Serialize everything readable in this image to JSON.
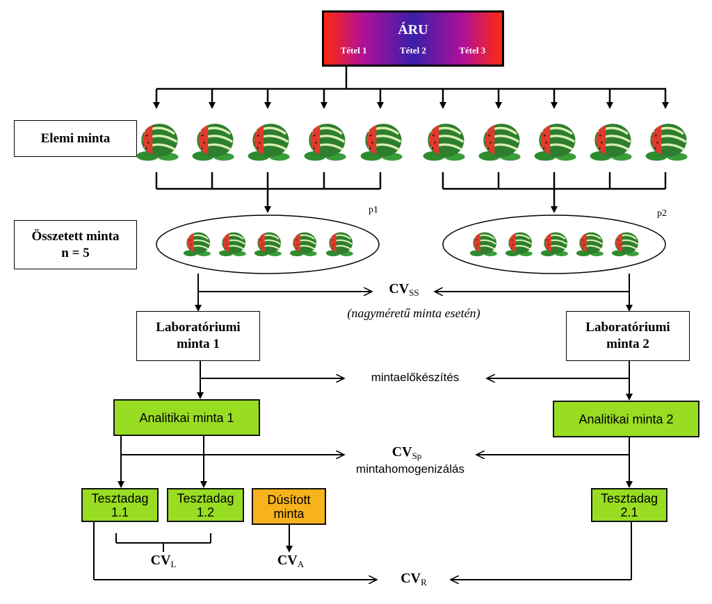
{
  "aru": {
    "title": "ÁRU",
    "lots": [
      "Tétel 1",
      "Tétel 2",
      "Tétel 3"
    ]
  },
  "labels": {
    "elemi": "Elemi minta",
    "osszetett_1": "Összetett minta",
    "osszetett_2": "n = 5",
    "p1": "p1",
    "p2": "p2"
  },
  "cv": {
    "ss": {
      "main": "CV",
      "sub": "SS"
    },
    "sp": {
      "main": "CV",
      "sub": "Sp"
    },
    "l": {
      "main": "CV",
      "sub": "L"
    },
    "a": {
      "main": "CV",
      "sub": "A"
    },
    "r": {
      "main": "CV",
      "sub": "R"
    }
  },
  "notes": {
    "large_sample": "(nagyméretű minta esetén)",
    "prep": "mintaelőkészítés",
    "homog": "mintahomogenizálás"
  },
  "lab": {
    "l1_a": "Laboratóriumi",
    "l1_b": "minta 1",
    "l2_a": "Laboratóriumi",
    "l2_b": "minta 2"
  },
  "analytic": {
    "a1": "Analitikai minta 1",
    "a2": "Analitikai minta 2"
  },
  "test": {
    "t11_a": "Tesztadag",
    "t11_b": "1.1",
    "t12_a": "Tesztadag",
    "t12_b": "1.2",
    "t21_a": "Tesztadag",
    "t21_b": "2.1"
  },
  "spiked": {
    "a": "Dúsított",
    "b": "minta"
  },
  "colors": {
    "green": "#99dd22",
    "orange": "#f7b21c",
    "gradient_red": "#ff2a0e",
    "gradient_blue": "#3a1fa8"
  },
  "icons": {
    "watermelon": "watermelon-icon"
  }
}
